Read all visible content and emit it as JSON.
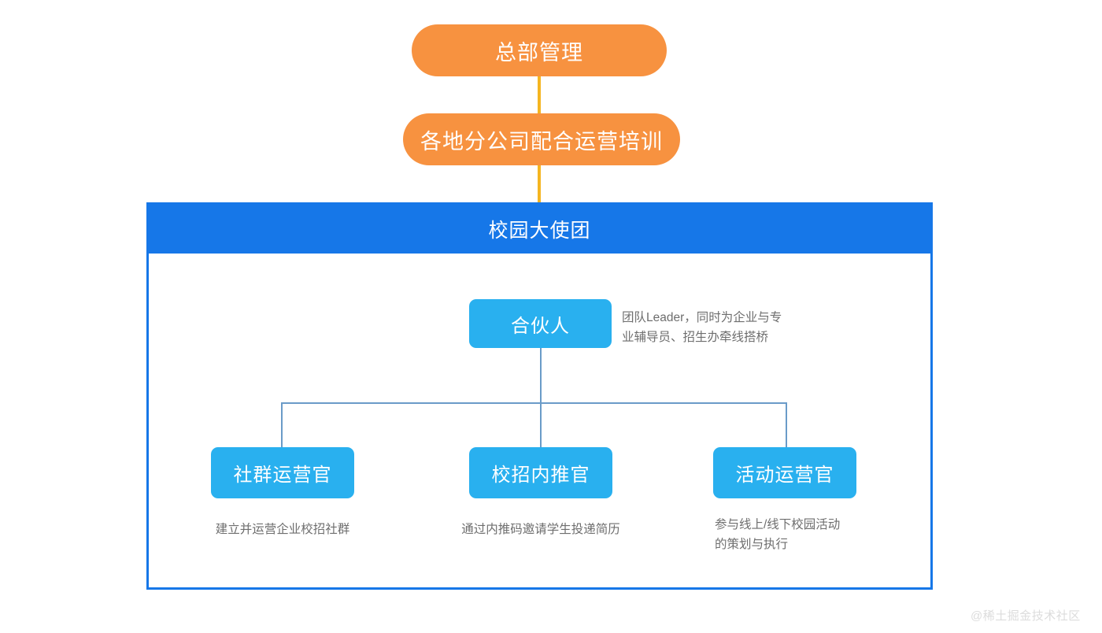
{
  "diagram": {
    "title_flow": [
      {
        "id": "hq",
        "label": "总部管理"
      },
      {
        "id": "branch",
        "label": "各地分公司配合运营培训"
      }
    ],
    "panel": {
      "header_label": "校园大使团",
      "lead": {
        "label": "合伙人",
        "description": "团队Leader，同时为企业与专\n业辅导员、招生办牵线搭桥"
      },
      "roles": [
        {
          "label": "社群运营官",
          "description": "建立并运营企业校招社群"
        },
        {
          "label": "校招内推官",
          "description": "通过内推码邀请学生投递简历"
        },
        {
          "label": "活动运营官",
          "description": "参与线上/线下校园活动\n的策划与执行"
        }
      ]
    },
    "watermark": "@稀土掘金技术社区",
    "colors": {
      "orange": "#f79240",
      "yellow_connector": "#f5b521",
      "panel_blue": "#1677e8",
      "role_blue": "#29b0ef",
      "connector_blue": "#6a9bc8",
      "description_gray": "#6e6e6e",
      "watermark_gray": "#dcdcdc"
    }
  }
}
